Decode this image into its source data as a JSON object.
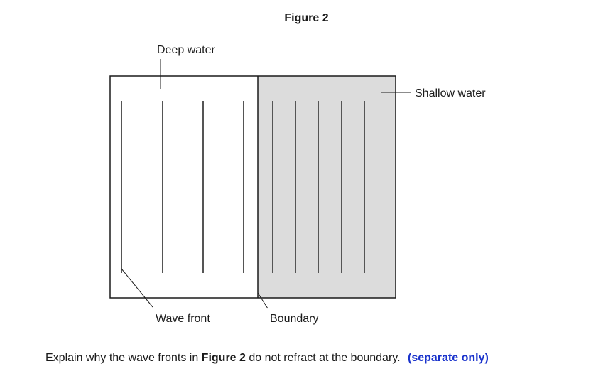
{
  "figure": {
    "title": "Figure 2",
    "labels": {
      "deep_water": "Deep water",
      "shallow_water": "Shallow water",
      "wave_front": "Wave front",
      "boundary": "Boundary"
    },
    "deep_region_wavefront_count": 4,
    "shallow_region_wavefront_count": 5,
    "colors": {
      "outline": "#1a1a1a",
      "deep_fill": "#ffffff",
      "shallow_fill": "#dcdcdc",
      "wavefront": "#555555"
    }
  },
  "question": {
    "text_before": "Explain why the wave fronts in",
    "bold_ref": "Figure 2",
    "text_after": "do not refract at the boundary.",
    "tag": "(separate only)",
    "tag_color": "#1a33cc"
  }
}
